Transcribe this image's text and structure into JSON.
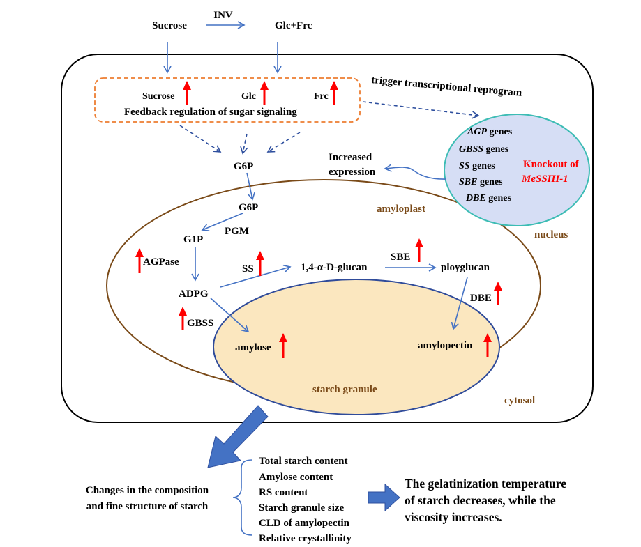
{
  "top": {
    "sucrose": "Sucrose",
    "inv": "INV",
    "glc_frc": "Glc+Frc"
  },
  "feedback": {
    "sucrose": "Sucrose",
    "glc": "Glc",
    "frc": "Frc",
    "title": "Feedback regulation of sugar signaling"
  },
  "trigger": "trigger transcriptional reprogram",
  "nucleus": {
    "genes": [
      {
        "name": "AGP",
        "suffix": " genes"
      },
      {
        "name": "GBSS",
        "suffix": " genes"
      },
      {
        "name": "SS",
        "suffix": " genes"
      },
      {
        "name": "SBE",
        "suffix": " genes"
      },
      {
        "name": "DBE",
        "suffix": " genes"
      }
    ],
    "knockout_line1": "Knockout of",
    "knockout_line2": "MeSSIII-1",
    "label": "nucleus"
  },
  "increased_expression": {
    "line1": "Increased",
    "line2": "expression"
  },
  "pathway": {
    "g6p_cytosol": "G6P",
    "g6p_amyloplast": "G6P",
    "pgm": "PGM",
    "g1p": "G1P",
    "agpase": "AGPase",
    "adpg": "ADPG",
    "ss": "SS",
    "glucan": "1,4-α-D-glucan",
    "sbe": "SBE",
    "polyglucan": "ployglucan",
    "dbe": "DBE",
    "gbss": "GBSS",
    "amylose": "amylose",
    "amylopectin": "amylopectin"
  },
  "compartments": {
    "amyloplast": "amyloplast",
    "starch_granule": "starch granule",
    "cytosol": "cytosol"
  },
  "changes": {
    "line1": "Changes in the composition",
    "line2": "and fine structure of starch",
    "items": [
      "Total starch content",
      "Amylose content",
      "RS content",
      "Starch granule size",
      "CLD of amylopectin",
      "Relative crystallinity"
    ]
  },
  "conclusion": {
    "line1": "The gelatinization temperature",
    "line2": "of starch decreases, while the",
    "line3": "viscosity increases."
  },
  "colors": {
    "arrow_blue": "#4472c4",
    "dark_blue": "#2e4f9e",
    "up_arrow_red": "#ff0000",
    "brown": "#7a4a18",
    "dashed_orange": "#ed7d31",
    "nucleus_fill": "#d6def5",
    "nucleus_border": "#3cbcb4",
    "granule_fill": "#fbe7bf",
    "granule_border": "#2f4b9a"
  }
}
